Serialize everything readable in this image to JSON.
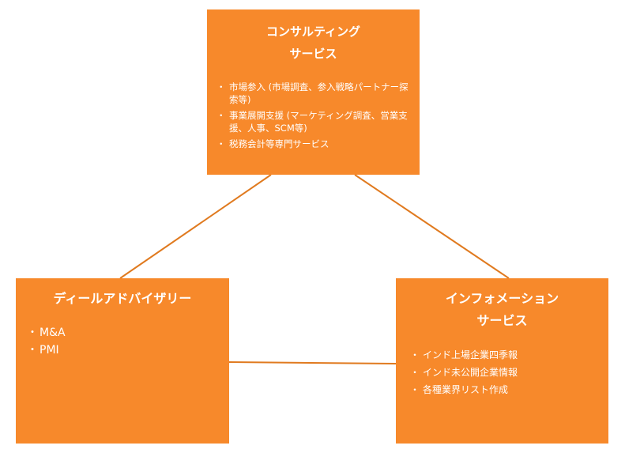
{
  "boxes": {
    "consulting": {
      "title_line1": "コンサルティング",
      "title_line2": "サービス",
      "items": [
        "市場参入 (市場調査、参入戦略パートナー探索等)",
        "事業展開支援 (マーケティング調査、営業支援、人事、SCM等)",
        "税務会計等専門サービス"
      ]
    },
    "advisory": {
      "title_line1": "ディールアドバイザリー",
      "items": [
        "M&A",
        "PMI"
      ]
    },
    "information": {
      "title_line1": "インフォメーション",
      "title_line2": "サービス",
      "items": [
        "インド上場企業四季報",
        "インド未公開企業情報",
        "各種業界リスト作成"
      ]
    }
  },
  "colors": {
    "box_fill": "#f7892b",
    "connector": "#e07a1f",
    "text": "#ffffff"
  }
}
